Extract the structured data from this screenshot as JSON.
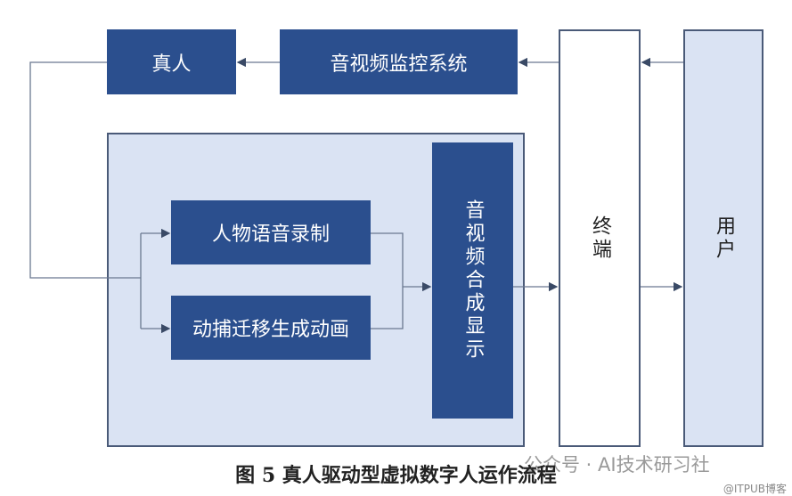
{
  "nodes": {
    "real_person": "真人",
    "av_monitor": "音视频监控系统",
    "voice_record": "人物语音录制",
    "motion_capture": "动捕迁移生成动画",
    "av_synthesis": "音视频合成显示",
    "terminal": "终端",
    "user": "用户"
  },
  "caption": "图 5  真人驱动型虚拟数字人运作流程",
  "watermark": "公众号 · AI技术研习社",
  "watermark_small": "@ITPUB博客",
  "colors": {
    "dark_blue": "#2b4f8e",
    "light_blue": "#dae3f3",
    "border": "#44546a"
  }
}
